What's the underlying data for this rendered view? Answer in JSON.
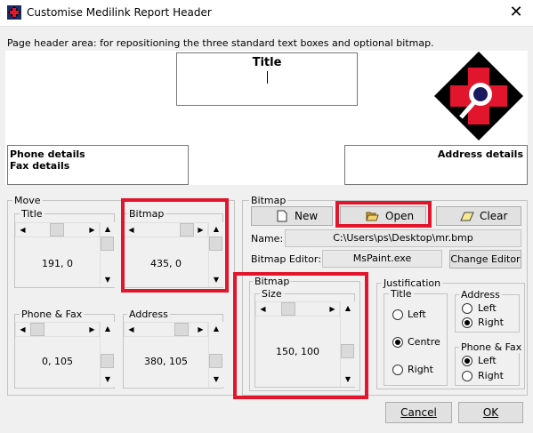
{
  "window": {
    "title": "Customise Medilink Report Header",
    "close_glyph": "✕"
  },
  "header_area": {
    "hint": "Page header area:  for repositioning the three standard text boxes and optional bitmap.",
    "title_box": "Title",
    "phone_box_line1": "Phone details",
    "phone_box_line2": "Fax details",
    "address_box": "Address details"
  },
  "move": {
    "label": "Move",
    "title": {
      "label": "Title",
      "value": "191, 0"
    },
    "bitmap": {
      "label": "Bitmap",
      "value": "435, 0"
    },
    "phone_fax": {
      "label": "Phone & Fax",
      "value": "0, 105"
    },
    "address": {
      "label": "Address",
      "value": "380, 105"
    }
  },
  "bitmap": {
    "label": "Bitmap",
    "new_label": "New",
    "open_label": "Open",
    "clear_label": "Clear",
    "name_label": "Name:",
    "name_value": "C:\\Users\\ps\\Desktop\\mr.bmp",
    "editor_label": "Bitmap Editor:",
    "editor_value": "MsPaint.exe",
    "change_editor_label": "Change Editor",
    "size_group_label": "Bitmap",
    "size_label": "Size",
    "size_value": "150, 100"
  },
  "justification": {
    "label": "Justification",
    "title": {
      "label": "Title",
      "options": [
        "Left",
        "Centre",
        "Right"
      ],
      "selected": "Centre"
    },
    "address": {
      "label": "Address",
      "options": [
        "Left",
        "Right"
      ],
      "selected": "Right"
    },
    "phone_fax": {
      "label": "Phone & Fax",
      "options": [
        "Left",
        "Right"
      ],
      "selected": "Left"
    }
  },
  "actions": {
    "cancel_label": "Cancel",
    "ok_label": "OK"
  },
  "icons": {
    "arrow_left": "◀",
    "arrow_right": "▶",
    "arrow_up": "▲",
    "arrow_down": "▼"
  },
  "colors": {
    "highlight": "#e1162c",
    "logo_red": "#e1162c",
    "logo_diamond": "#000000"
  }
}
